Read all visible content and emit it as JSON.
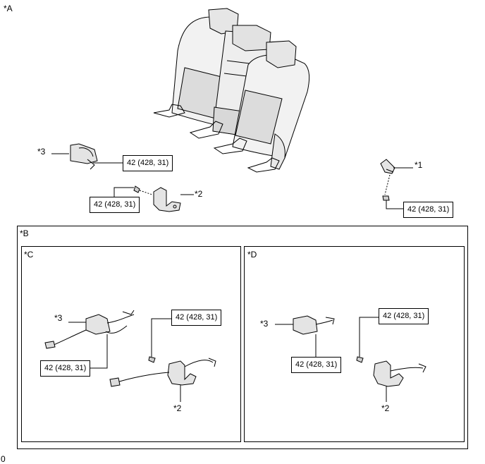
{
  "view_labels": {
    "a": "*A",
    "b": "*B",
    "c": "*C",
    "d": "*D"
  },
  "callouts": {
    "one": "*1",
    "two": "*2",
    "three": "*3"
  },
  "torque_spec": "42 (428, 31)",
  "footer_mark": "0"
}
